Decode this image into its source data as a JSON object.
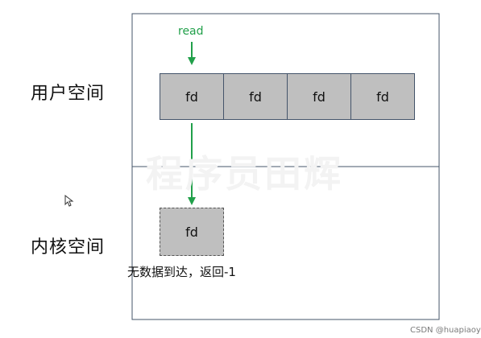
{
  "regions": {
    "user_space": "用户空间",
    "kernel_space": "内核空间"
  },
  "read_label": "read",
  "user_fds": [
    "fd",
    "fd",
    "fd",
    "fd"
  ],
  "kernel_fd": "fd",
  "note": "无数据到达，返回-1",
  "watermark": "程序员田辉",
  "credit": "CSDN @huapiaoy",
  "colors": {
    "arrow": "#21a04a",
    "frame": "#44546a",
    "box_fill": "#bfbfbf"
  }
}
